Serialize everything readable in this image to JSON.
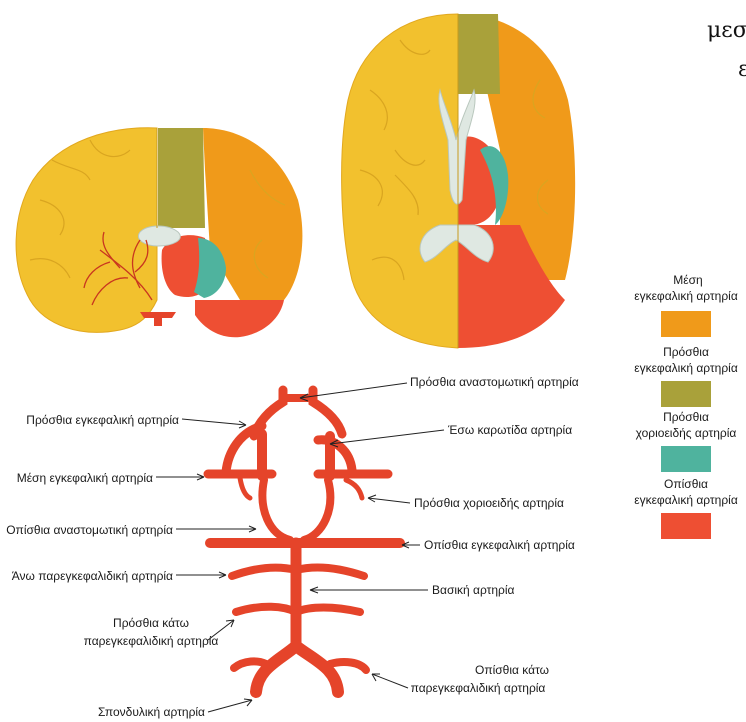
{
  "header_text": [
    "μεσ",
    "ε"
  ],
  "colors": {
    "brain_base": "#f2c12e",
    "mca": "#f09a1a",
    "aca": "#a9a13a",
    "acha": "#4fb39e",
    "pca": "#ee4f33",
    "artery": "#e5442a",
    "ventricle": "#dfe8e2"
  },
  "legend": {
    "items": [
      {
        "label_lines": [
          "Μέση",
          "εγκεφαλική αρτηρία"
        ],
        "color": "#f09a1a"
      },
      {
        "label_lines": [
          "Πρόσθια",
          "εγκεφαλική αρτηρία"
        ],
        "color": "#a9a13a"
      },
      {
        "label_lines": [
          "Πρόσθια",
          "χοριοειδής αρτηρία"
        ],
        "color": "#4fb39e"
      },
      {
        "label_lines": [
          "Οπίσθια",
          "εγκεφαλική αρτηρία"
        ],
        "color": "#ee4f33"
      }
    ]
  },
  "labels": {
    "left": [
      {
        "id": "aca-left",
        "lines": [
          "Πρόσθια εγκεφαλική αρτηρία"
        ]
      },
      {
        "id": "mca-left",
        "lines": [
          "Μέση εγκεφαλική αρτηρία"
        ]
      },
      {
        "id": "pcom-left",
        "lines": [
          "Οπίσθια αναστομωτική αρτηρία"
        ]
      },
      {
        "id": "sca-left",
        "lines": [
          "Άνω παρεγκεφαλιδική αρτηρία"
        ]
      },
      {
        "id": "aica-left",
        "lines": [
          "Πρόσθια κάτω",
          "παρεγκεφαλιδική αρτηρία"
        ]
      },
      {
        "id": "vertebral-left",
        "lines": [
          "Σπονδυλική αρτηρία"
        ]
      }
    ],
    "right": [
      {
        "id": "acom-right",
        "lines": [
          "Πρόσθια αναστομωτική αρτηρία"
        ]
      },
      {
        "id": "ica-right",
        "lines": [
          "Έσω καρωτίδα αρτηρία"
        ]
      },
      {
        "id": "acha-right",
        "lines": [
          "Πρόσθια χοριοειδής αρτηρία"
        ]
      },
      {
        "id": "pca-right",
        "lines": [
          "Οπίσθια εγκεφαλική αρτηρία"
        ]
      },
      {
        "id": "basilar-right",
        "lines": [
          "Βασική αρτηρία"
        ]
      },
      {
        "id": "pica-right",
        "lines": [
          "Οπίσθια κάτω",
          "παρεγκεφαλιδική αρτηρία"
        ]
      }
    ]
  }
}
